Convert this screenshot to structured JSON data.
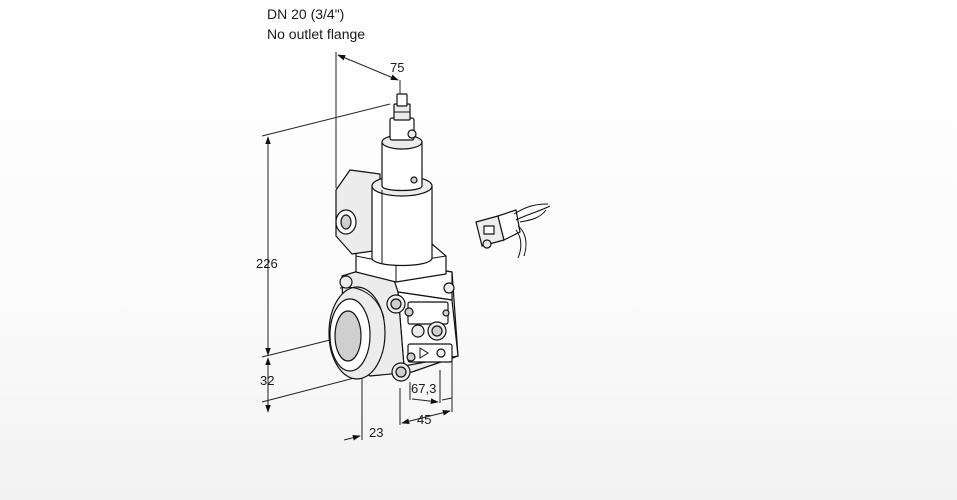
{
  "caption": {
    "title": "DN 20 (3/4\")",
    "subtitle": "No outlet flange"
  },
  "dimensions": {
    "top_depth": "75",
    "height_total": "226",
    "height_lower": "32",
    "offset_inlet": "23",
    "depth_base": "45",
    "depth_side": "67,3"
  },
  "colors": {
    "line": "#111111",
    "fill_light": "#ececec",
    "fill_dark": "#cfcfcf"
  }
}
